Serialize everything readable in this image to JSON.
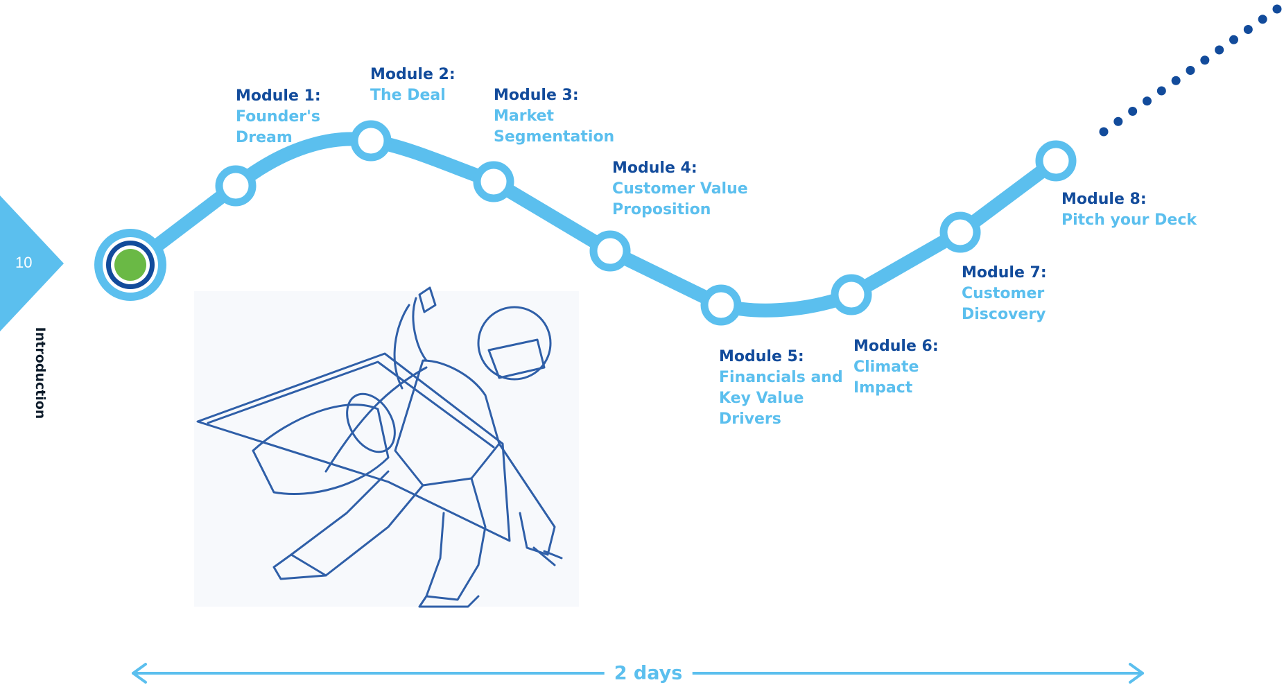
{
  "page": {
    "number": "10",
    "section": "Introduction"
  },
  "colors": {
    "path": "#5bbfee",
    "title": "#124b9b",
    "name": "#5bbfee",
    "start_ring": "#124b9b",
    "start_fill": "#6ab945",
    "dots": "#124b9b",
    "tab": "#5bbfee"
  },
  "modules": [
    {
      "title": "Module 1:",
      "name_lines": [
        "Founder's",
        "Dream"
      ]
    },
    {
      "title": "Module 2:",
      "name_lines": [
        "The Deal"
      ]
    },
    {
      "title": "Module 3:",
      "name_lines": [
        "Market",
        "Segmentation"
      ]
    },
    {
      "title": "Module 4:",
      "name_lines": [
        "Customer Value",
        "Proposition"
      ]
    },
    {
      "title": "Module 5:",
      "name_lines": [
        "Financials and",
        "Key Value",
        "Drivers"
      ]
    },
    {
      "title": "Module 6:",
      "name_lines": [
        "Climate",
        "Impact"
      ]
    },
    {
      "title": "Module 7:",
      "name_lines": [
        "Customer",
        "Discovery"
      ]
    },
    {
      "title": "Module 8:",
      "name_lines": [
        "Pitch your Deck"
      ]
    }
  ],
  "duration": "2 days",
  "illustration": "jetpack-figure-sketch"
}
